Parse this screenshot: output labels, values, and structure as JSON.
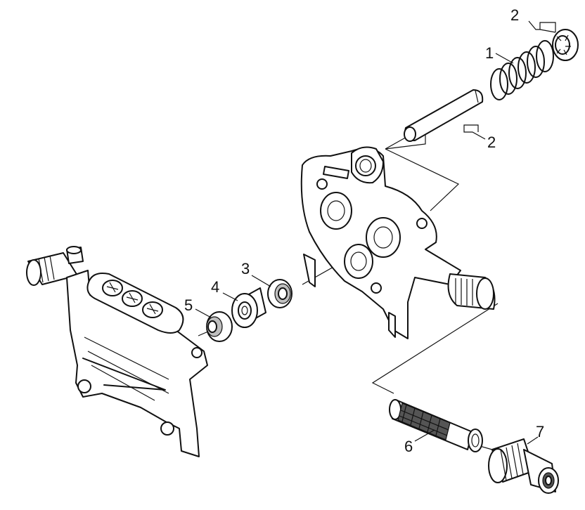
{
  "labels": {
    "spring_ring": "2",
    "spring": "1",
    "pin": "2",
    "seal_a": "3",
    "seal_b": "4",
    "seal_c": "5",
    "filter": "6",
    "connector": "7"
  }
}
